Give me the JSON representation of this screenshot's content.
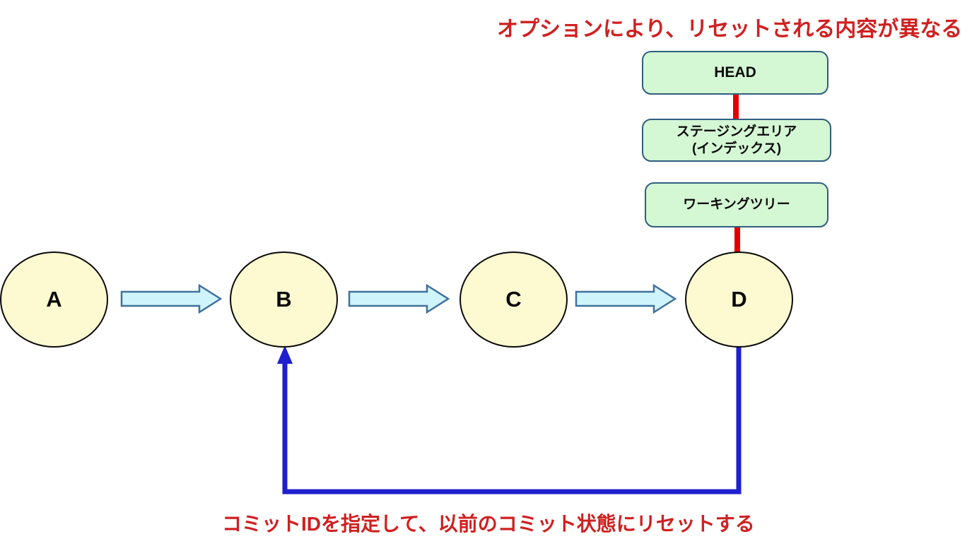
{
  "diagram": {
    "annotations": {
      "top": "オプションにより、リセットされる内容が異なる",
      "bottom": "コミットIDを指定して、以前のコミット状態にリセットする"
    },
    "areas": [
      {
        "id": "head",
        "label": "HEAD"
      },
      {
        "id": "staging",
        "label": "ステージングエリア\n(インデックス)"
      },
      {
        "id": "working-tree",
        "label": "ワーキングツリー"
      }
    ],
    "commits": [
      {
        "id": "A",
        "label": "A"
      },
      {
        "id": "B",
        "label": "B"
      },
      {
        "id": "C",
        "label": "C"
      },
      {
        "id": "D",
        "label": "D"
      }
    ],
    "relations": [
      "HEAD — staging area (red link)",
      "working tree — commit D (red link)",
      "commit D → commit B (blue reset arrow)",
      "A → B → C → D (history flow arrows)"
    ],
    "colors": {
      "annotation_red": "#d02020",
      "connector_red": "#e00000",
      "reset_arrow_blue": "#1f1fd0",
      "commit_fill": "#fdf9d1",
      "area_fill": "#d4f7d4",
      "area_border": "#2e5f7e",
      "flow_arrow_fill": "#cff4fb",
      "flow_arrow_border": "#41719c"
    }
  }
}
